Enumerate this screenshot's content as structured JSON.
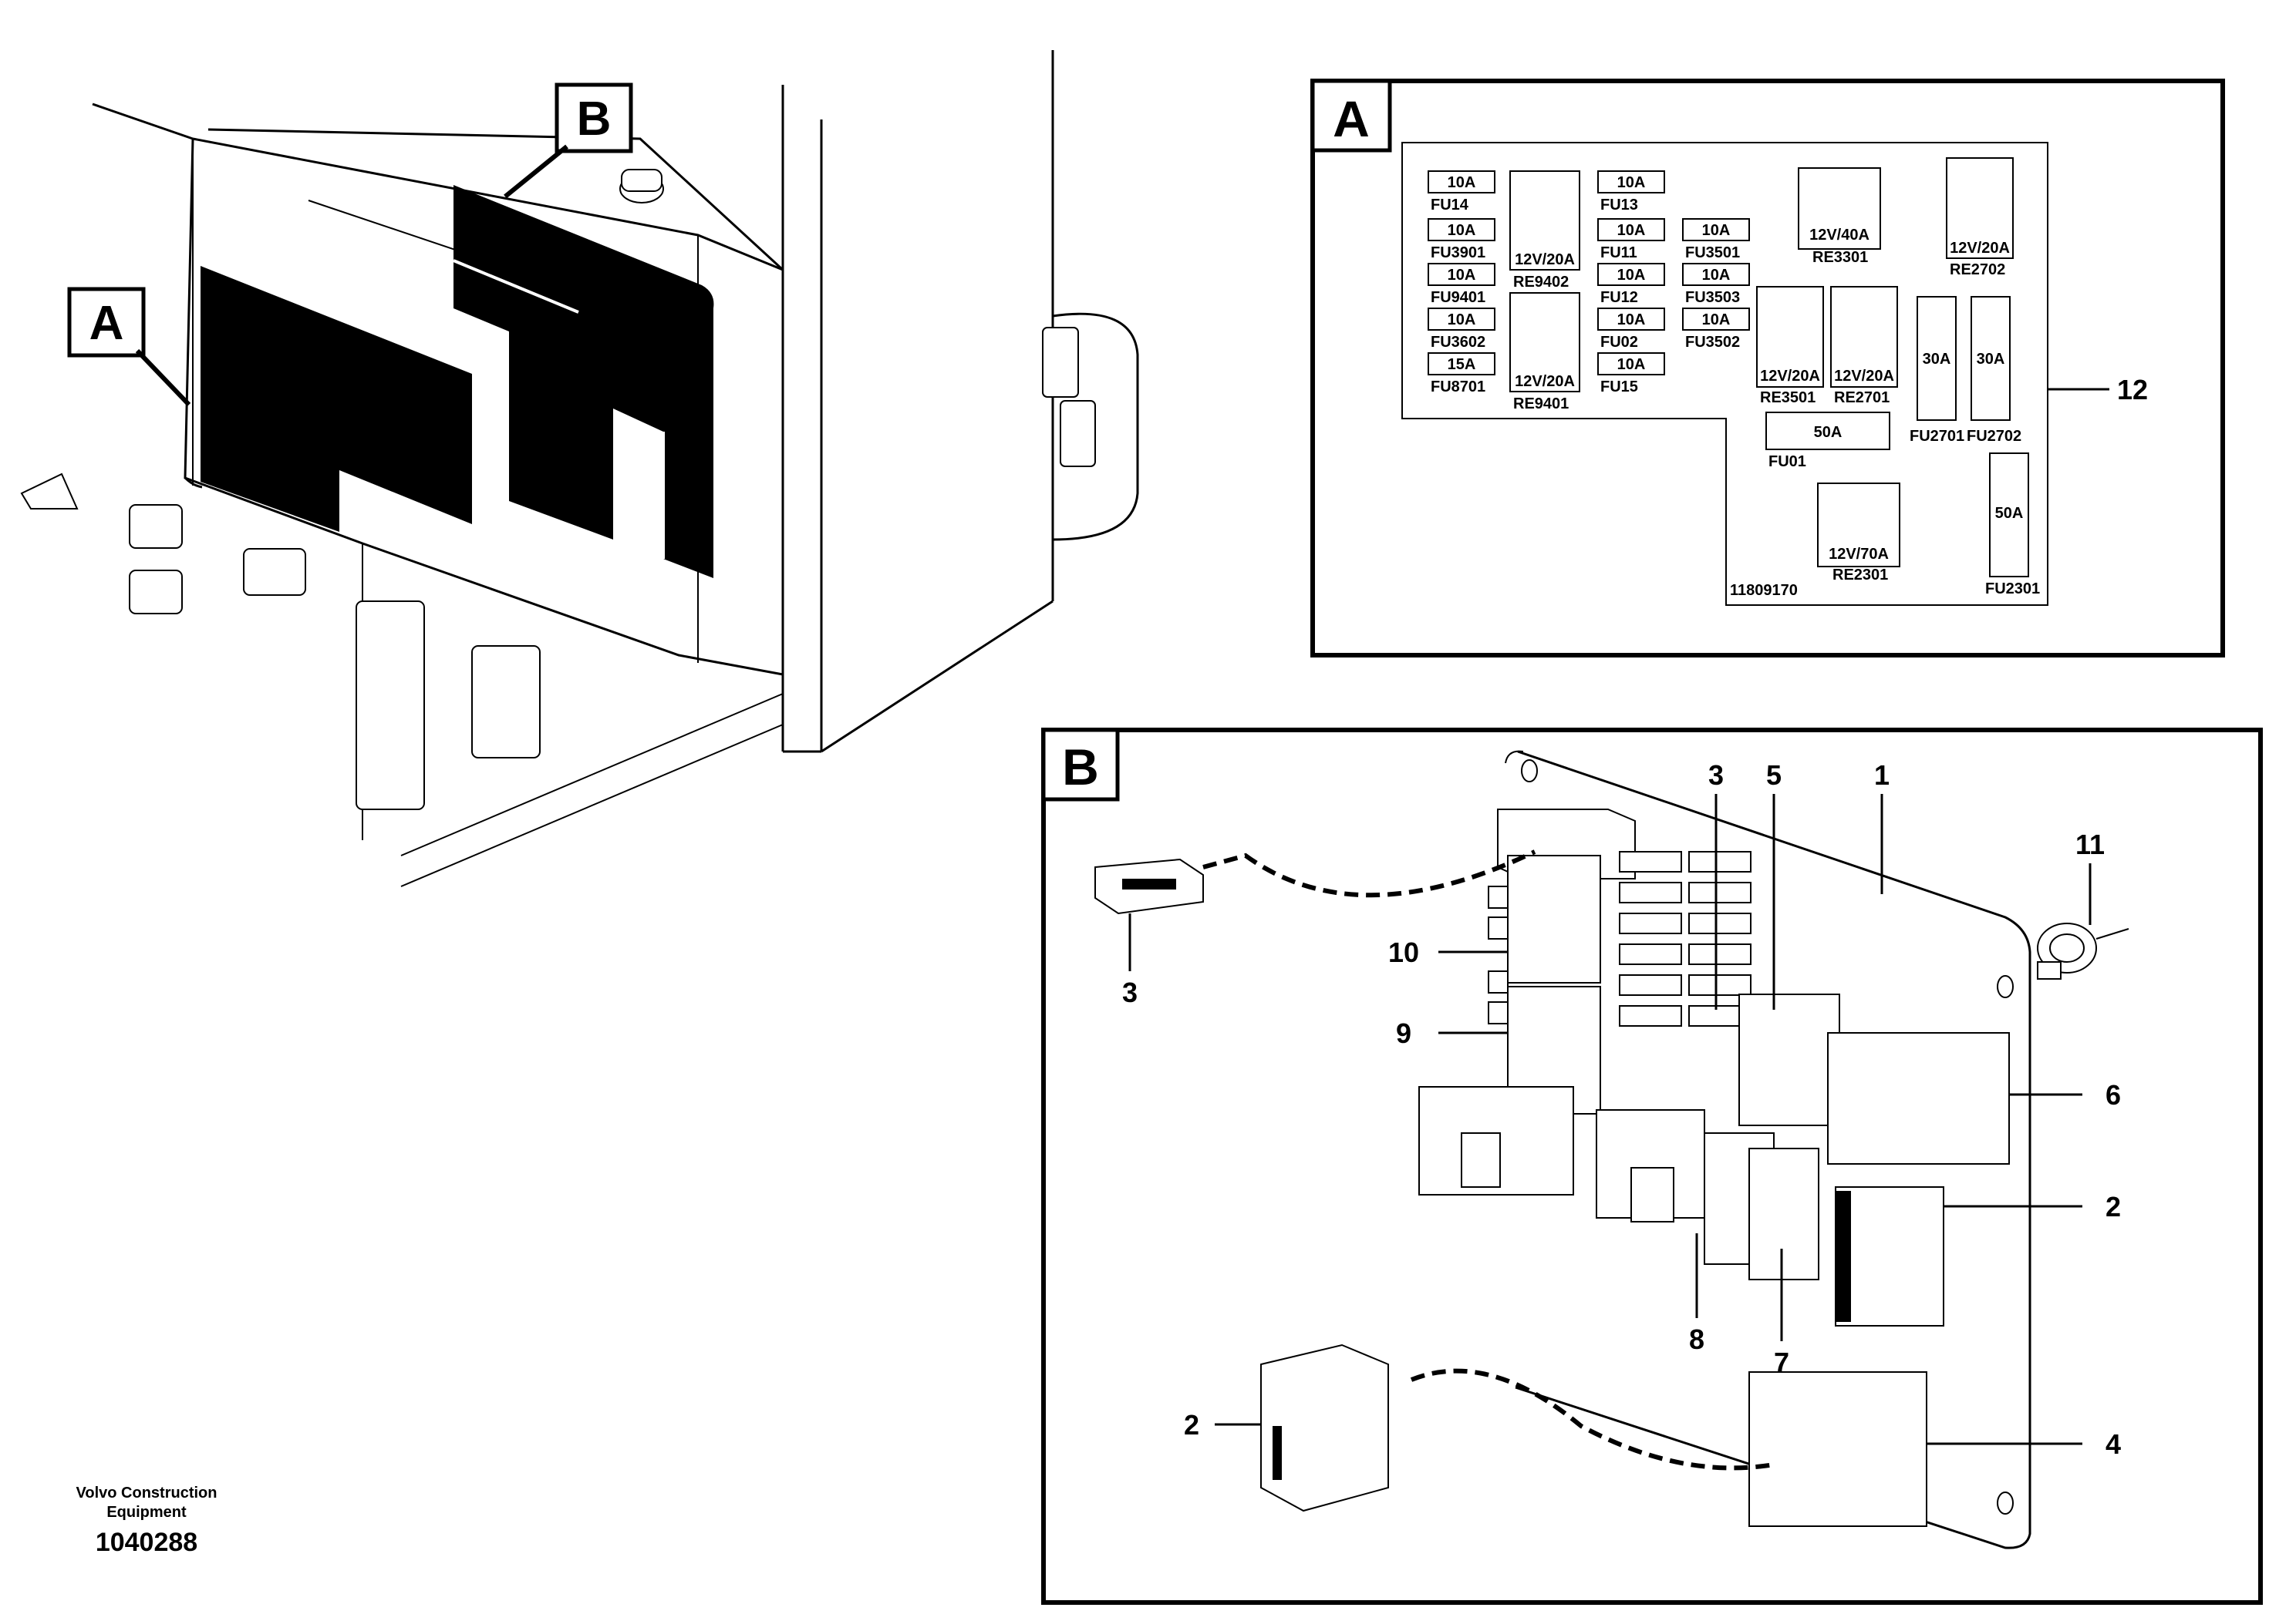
{
  "overview": {
    "label_a": "A",
    "label_b": "B"
  },
  "footer": {
    "company_line1": "Volvo Construction",
    "company_line2": "Equipment",
    "drawing_number": "1040288"
  },
  "panel_a": {
    "title": "A",
    "callout_12": "12",
    "part_number": "11809170",
    "fuses_left": [
      {
        "rating": "10A",
        "id": "FU14"
      },
      {
        "rating": "10A",
        "id": "FU3901"
      },
      {
        "rating": "10A",
        "id": "FU9401"
      },
      {
        "rating": "10A",
        "id": "FU3602"
      },
      {
        "rating": "15A",
        "id": "FU8701"
      }
    ],
    "relays_left": [
      {
        "rating": "12V/20A",
        "id": "RE9402"
      },
      {
        "rating": "12V/20A",
        "id": "RE9401"
      }
    ],
    "fuses_mid": [
      {
        "rating": "10A",
        "id": "FU13"
      },
      {
        "rating": "10A",
        "id": "FU11"
      },
      {
        "rating": "10A",
        "id": "FU12"
      },
      {
        "rating": "10A",
        "id": "FU02"
      },
      {
        "rating": "10A",
        "id": "FU15"
      }
    ],
    "fuses_mid2": [
      {
        "rating": "10A",
        "id": "FU3501"
      },
      {
        "rating": "10A",
        "id": "FU3503"
      },
      {
        "rating": "10A",
        "id": "FU3502"
      }
    ],
    "relay_re3301": {
      "rating": "12V/40A",
      "id": "RE3301"
    },
    "relay_re2702": {
      "rating": "12V/20A",
      "id": "RE2702"
    },
    "relay_re3501": {
      "rating": "12V/20A",
      "id": "RE3501"
    },
    "relay_re2701": {
      "rating": "12V/20A",
      "id": "RE2701"
    },
    "fuse_fu2701": {
      "rating": "30A",
      "id": "FU2701"
    },
    "fuse_fu2702": {
      "rating": "30A",
      "id": "FU2702"
    },
    "fuse_fu01": {
      "rating": "50A",
      "id": "FU01"
    },
    "relay_re2301": {
      "rating": "12V/70A",
      "id": "RE2301"
    },
    "fuse_fu2301": {
      "rating": "50A",
      "id": "FU2301"
    }
  },
  "panel_b": {
    "title": "B",
    "callouts": {
      "c1": "1",
      "c2a": "2",
      "c2b": "2",
      "c3a": "3",
      "c3b": "3",
      "c4": "4",
      "c5": "5",
      "c6": "6",
      "c7": "7",
      "c8": "8",
      "c9": "9",
      "c10": "10",
      "c11": "11"
    }
  }
}
